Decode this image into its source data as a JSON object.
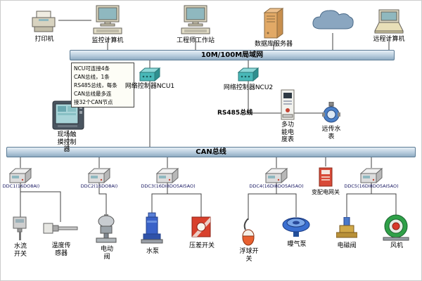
{
  "buses": {
    "lan_label": "10M/100M局域网",
    "can_label": "CAN总线",
    "rs485_label": "RS485总线"
  },
  "note": {
    "lines": [
      "NCU可连接4条",
      "CAN总线，1条",
      "RS485总线，每条",
      "CAN总线最多连",
      "接32个CAN节点"
    ]
  },
  "top_row": {
    "printer": "打印机",
    "monitor_pc": "监控计算机",
    "engineer_ws": "工程师工作站",
    "db_server": "数据库服务器",
    "remote_pc": "远程计算机"
  },
  "controllers": {
    "ncu1": "网络控制器NCU1",
    "ncu2": "网络控制器NCU2",
    "touch_panel": "现场触摸控制器",
    "power_meter": "多功能电度表",
    "water_meter": "远传水表"
  },
  "ddc_row": {
    "ddc1": "DDC1(16DO8AI)",
    "ddc2": "DDC2(16DO8AI)",
    "ddc3": "DDC3(16DI8DO5AI5AO)",
    "ddc4": "DDC4(16DI8DO5AI5AO)",
    "power_gateway": "变配电网关",
    "ddc5": "DDC5(16DI8DO5AI5AO)"
  },
  "field_devices": {
    "flow_switch": "水流开关",
    "temp_sensor": "温度传感器",
    "electric_valve": "电动阀",
    "water_pump": "水泵",
    "pressure_switch": "压差开关",
    "float_switch": "浮球开关",
    "aeration_pump": "曝气泵",
    "solenoid_valve": "电磁阀",
    "fan": "风机"
  },
  "colors": {
    "bus_fill": "#b3c9da",
    "bus_border": "#5a7a94",
    "wire": "#404040"
  }
}
